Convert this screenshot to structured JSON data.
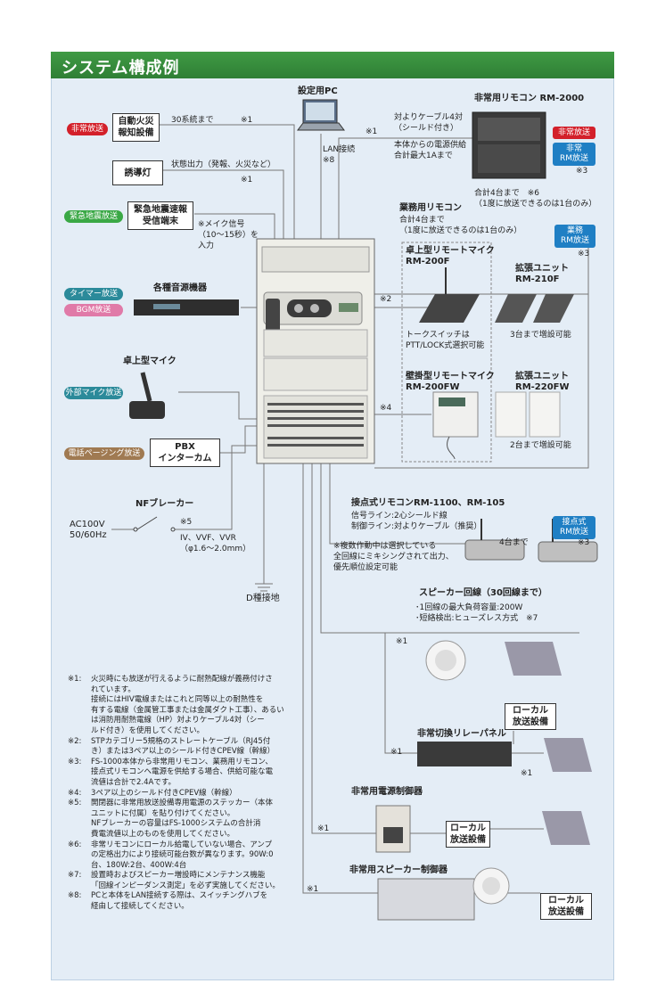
{
  "title": "システム構成例",
  "left_inputs": {
    "fire": {
      "badge": "非常放送",
      "box": "自動火災\n報知設備",
      "desc": "30系統まで",
      "note": "※1"
    },
    "guide": {
      "box": "誘導灯",
      "desc": "状態出力（発報、火災など）",
      "note": "※1"
    },
    "quake": {
      "badge": "緊急地震放送",
      "box": "緊急地震速報\n受信端末",
      "desc": "※メイク信号\n（10～15秒）を\n入力"
    },
    "sources": {
      "title": "各種音源機器",
      "badge_timer": "タイマー放送",
      "badge_bgm": "BGM放送"
    },
    "mic": {
      "title": "卓上型マイク",
      "badge": "外部マイク放送"
    },
    "pbx": {
      "badge": "電話ページング放送",
      "box": "PBX\nインターカム"
    },
    "breaker": {
      "title": "NFブレーカー",
      "power": "AC100V\n50/60Hz",
      "note": "※5",
      "cable": "IV、VVF、VVR\n（φ1.6～2.0mm）"
    },
    "ground": "D種接地"
  },
  "pc": {
    "title": "設定用PC",
    "link": "LAN接続\n※8"
  },
  "main_notes": {
    "n1_top": "※1",
    "n2": "※2",
    "n4": "※4"
  },
  "emergency_remote": {
    "title": "非常用リモコン RM-2000",
    "cable": "対よりケーブル4対\n（シールド付き）",
    "power": "本体からの電源供給\n合計最大1Aまで",
    "note1": "※1",
    "badge_red": "非常放送",
    "badge_blue": "非常\nRM放送",
    "note3": "※3",
    "count": "合計4台まで　※6\n（1度に放送できるのは1台のみ）"
  },
  "business_remote": {
    "title": "業務用リモコン",
    "count": "合計4台まで\n（1度に放送できるのは1台のみ）",
    "badge": "業務\nRM放送",
    "note": "※3",
    "rm200f": {
      "title": "卓上型リモートマイク\nRM-200F",
      "desc": "トークスイッチは\nPTT/LOCK式選択可能"
    },
    "rm210f": {
      "title": "拡張ユニット\nRM-210F",
      "desc": "3台まで増設可能"
    },
    "rm200fw": {
      "title": "壁掛型リモートマイク\nRM-200FW"
    },
    "rm220fw": {
      "title": "拡張ユニット\nRM-220FW",
      "desc": "2台まで増設可能"
    }
  },
  "contact_remote": {
    "title": "接点式リモコンRM-1100、RM-105",
    "signal": "信号ライン:2心シールド線\n制御ライン:対よりケーブル（推奨）",
    "note": "※複数作動中は選択している\n全回線にミキシングされて出力、\n優先順位設定可能",
    "count": "4台まで",
    "badge": "接点式\nRM放送",
    "note3": "※3"
  },
  "speaker": {
    "title": "スピーカー回線（30回線まで）",
    "desc": "･1回線の最大負荷容量:200W\n･短絡検出:ヒューズレス方式　※7",
    "note1a": "※1",
    "relay": "非常切換リレーパネル",
    "note1b": "※1",
    "note1c": "※1",
    "local1": "ローカル\n放送設備",
    "power_ctrl": "非常用電源制御器",
    "note1d": "※1",
    "local2": "ローカル\n放送設備",
    "speaker_ctrl": "非常用スピーカー制御器",
    "note1e": "※1",
    "local3": "ローカル\n放送設備"
  },
  "notes": [
    {
      "key": "※1:",
      "text": "火災時にも放送が行えるように耐熱配線が義務付けさ\nれています。\n接続にはHIV電線またはこれと同等以上の耐熱性を\n有する電線（金属管工事または金属ダクト工事）、あるい\nは消防用耐熱電線（HP）対よりケーブル4対（シー\nルド付き）を使用してください。"
    },
    {
      "key": "※2:",
      "text": "STPカテゴリー5規格のストレートケーブル（RJ45付\nき）または3ペア以上のシールド付きCPEV線（幹線）"
    },
    {
      "key": "※3:",
      "text": "FS-1000本体から非常用リモコン、業務用リモコン、\n接点式リモコンへ電源を供給する場合、供給可能な電\n流値は合計で2.4Aです。"
    },
    {
      "key": "※4:",
      "text": "3ペア以上のシールド付きCPEV線（幹線）"
    },
    {
      "key": "※5:",
      "text": "開閉器に非常用放送設備専用電源のステッカー（本体\nユニットに付属）を貼り付けてください。\nNFブレーカーの容量はFS-1000システムの合計消\n費電流値以上のものを使用してください。"
    },
    {
      "key": "※6:",
      "text": "非常リモコンにローカル給電していない場合、アンプ\nの定格出力により接続可能台数が異なります。90W:0\n台、180W:2台、400W:4台"
    },
    {
      "key": "※7:",
      "text": "設置時およびスピーカー増設時にメンテナンス機能\n「回線インピーダンス測定」を必ず実施してください。"
    },
    {
      "key": "※8:",
      "text": "PCと本体をLAN接続する際は、スイッチングハブを\n経由して接続してください。"
    }
  ],
  "colors": {
    "header_green": "#2f7f35",
    "panel_bg": "#e4edf6",
    "badge_red": "#d3202a",
    "badge_blue": "#1f7fc4",
    "badge_green": "#3aa845",
    "badge_teal": "#2b8a9a",
    "badge_pink": "#e07aa8",
    "badge_tan": "#a07a52"
  }
}
